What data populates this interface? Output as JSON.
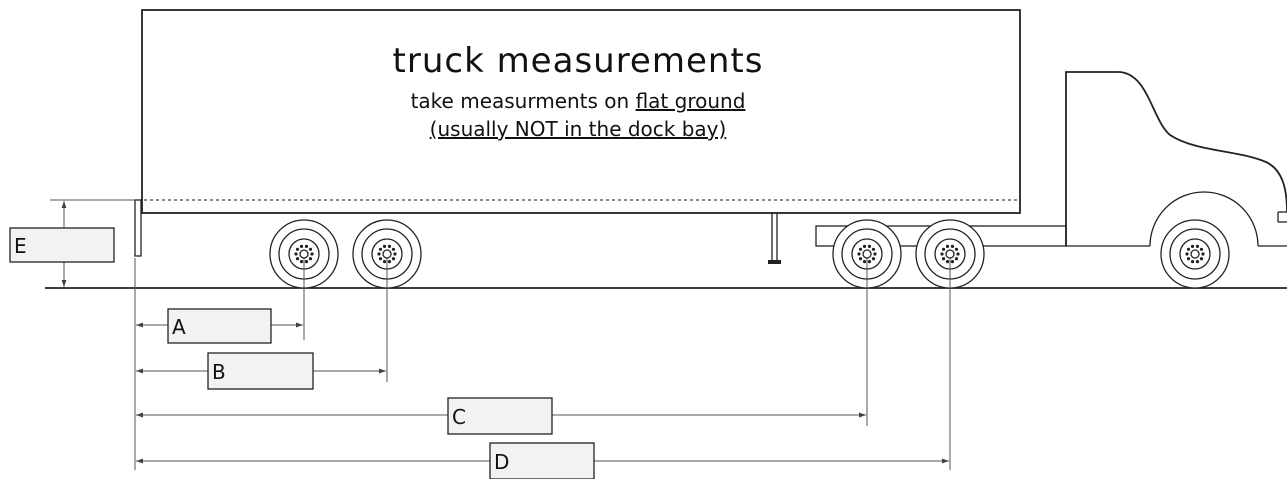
{
  "title": "truck measurements",
  "instruction": {
    "line1_prefix": "take measurments on ",
    "line1_underlined": "flat ground",
    "line2": "(usually NOT in the dock bay)"
  },
  "measurement_labels": {
    "a": "A",
    "b": "B",
    "c": "C",
    "d": "D",
    "e": "E"
  }
}
